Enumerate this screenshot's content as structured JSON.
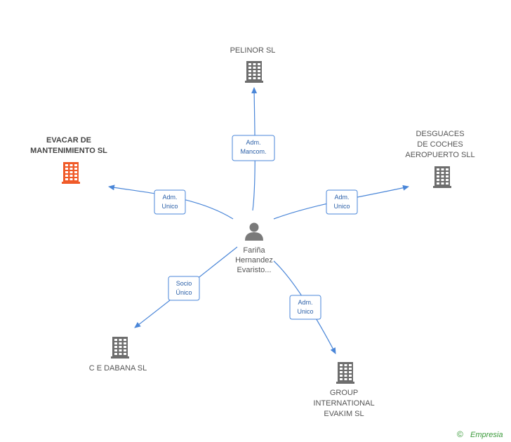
{
  "center": {
    "name_lines": [
      "Fariña",
      "Hernandez",
      "Evaristo..."
    ],
    "icon": "person-icon"
  },
  "nodes": [
    {
      "id": "pelinor",
      "lines": [
        "PELINOR  SL"
      ],
      "icon": "building-icon",
      "color": "#6d6d6d",
      "highlight": false
    },
    {
      "id": "desguaces",
      "lines": [
        "DESGUACES",
        "DE COCHES",
        "AEROPUERTO SLL"
      ],
      "icon": "building-icon",
      "color": "#6d6d6d",
      "highlight": false
    },
    {
      "id": "evacar",
      "lines": [
        "EVACAR DE",
        "MANTENIMIENTO SL"
      ],
      "icon": "building-icon",
      "color": "#f05a28",
      "highlight": true
    },
    {
      "id": "cedabana",
      "lines": [
        "C E DABANA SL"
      ],
      "icon": "building-icon",
      "color": "#6d6d6d",
      "highlight": false
    },
    {
      "id": "group",
      "lines": [
        "GROUP",
        "INTERNATIONAL",
        "EVAKIM SL"
      ],
      "icon": "building-icon",
      "color": "#6d6d6d",
      "highlight": false
    }
  ],
  "edges": [
    {
      "target": "pelinor",
      "label_lines": [
        "Adm.",
        "Mancom."
      ]
    },
    {
      "target": "desguaces",
      "label_lines": [
        "Adm.",
        "Unico"
      ]
    },
    {
      "target": "evacar",
      "label_lines": [
        "Adm.",
        "Unico"
      ]
    },
    {
      "target": "cedabana",
      "label_lines": [
        "Socio",
        "Único"
      ]
    },
    {
      "target": "group",
      "label_lines": [
        "Adm.",
        "Unico"
      ]
    }
  ],
  "colors": {
    "edge": "#4a86d8",
    "building": "#6d6d6d",
    "highlight": "#f05a28",
    "person": "#7a7a7a",
    "brand": "#3a9a3a"
  },
  "footer": {
    "copyright_symbol": "©",
    "brand": "Empresia",
    "icon": "copyright-icon"
  }
}
